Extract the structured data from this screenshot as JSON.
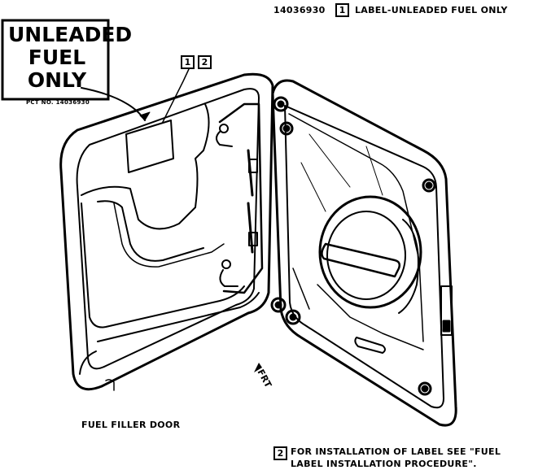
{
  "figure": {
    "part_number": "14036930",
    "legend": [
      {
        "num": "1",
        "text": "LABEL-UNLEADED FUEL ONLY"
      },
      {
        "num": "2",
        "text_line1": "FOR INSTALLATION OF LABEL SEE \"FUEL",
        "text_line2": "LABEL INSTALLATION PROCEDURE\"."
      }
    ],
    "label_art": {
      "line1": "UNLEADED",
      "line2": "FUEL",
      "line3": "ONLY",
      "small_text": "PCT NO. 14036930"
    },
    "callouts": [
      "1",
      "2"
    ],
    "direction_label": "FRT",
    "part_label": "FUEL FILLER DOOR"
  }
}
